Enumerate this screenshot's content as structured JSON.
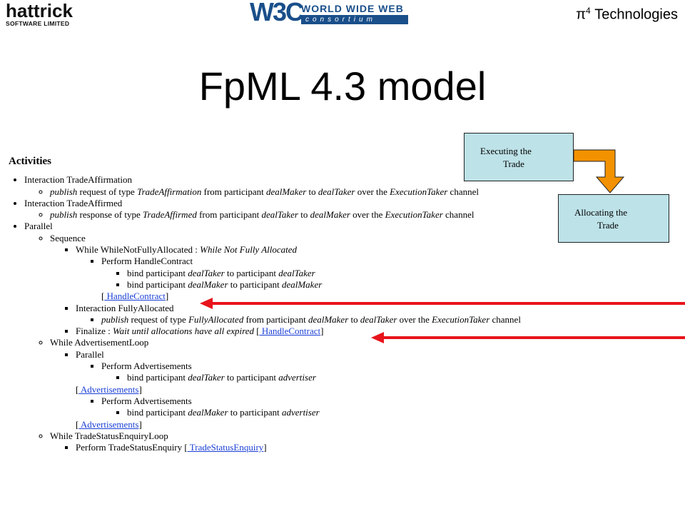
{
  "header": {
    "hattrick_word": "hattrick",
    "hattrick_sub": "SOFTWARE LIMITED",
    "w3c": "W3C",
    "w3c_www": "WORLD WIDE WEB",
    "w3c_consortium": "consortium",
    "company_prefix": "π",
    "company_sup": "4",
    "company_suffix": " Technologies"
  },
  "title": "FpML 4.3 model",
  "doc": {
    "heading": "Activities",
    "i1": "Interaction TradeAffirmation",
    "i1a": {
      "a": "publish",
      "b": " request of type ",
      "c": "TradeAffirmation",
      "d": " from participant ",
      "e": "dealMaker",
      "f": " to ",
      "g": "dealTaker",
      "h": " over the ",
      "i": "ExecutionTaker",
      "j": " channel"
    },
    "i2": "Interaction TradeAffirmed",
    "i2a": {
      "a": "publish",
      "b": " response of type ",
      "c": "TradeAffirmed",
      "d": " from participant ",
      "e": "dealTaker",
      "f": " to ",
      "g": "dealMaker",
      "h": " over the ",
      "i": "ExecutionTaker",
      "j": " channel"
    },
    "i3": "Parallel",
    "seq": "Sequence",
    "while1": "While WhileNotFullyAllocated : ",
    "while1_desc": "While Not Fully Allocated",
    "perform_hc": "Perform HandleContract",
    "bind": "bind participant ",
    "to_participant": " to participant ",
    "dealTaker": "dealTaker",
    "dealMaker": "dealMaker",
    "advertiser": "advertiser",
    "lb": "[",
    "rb": "]",
    "link_hc": " HandleContract",
    "inter_fa": "Interaction FullyAllocated",
    "fa_line": {
      "a": "publish",
      "b": " request of type ",
      "c": "FullyAllocated",
      "d": " from participant ",
      "e": "dealMaker",
      "f": " to ",
      "g": "dealTaker",
      "h": " over the ",
      "i": "ExecutionTaker",
      "j": " channel"
    },
    "finalize": "Finalize : ",
    "finalize_desc": "Wait until allocations have all expired",
    "while_adv": "While AdvertisementLoop",
    "parallel": "Parallel",
    "perform_adv": "Perform Advertisements",
    "link_adv": " Advertisements",
    "while_tse": "While TradeStatusEnquiryLoop",
    "perform_tse": "Perform TradeStatusEnquiry ",
    "link_tse": " TradeStatusEnquiry"
  },
  "diagram": {
    "box1_l1": "Executing the",
    "box1_l2": "Trade",
    "box2_l1": "Allocating the",
    "box2_l2": "Trade",
    "box_fill": "#bde2e8",
    "connector_fill": "#f39200",
    "arrow_color": "#e8141b"
  }
}
